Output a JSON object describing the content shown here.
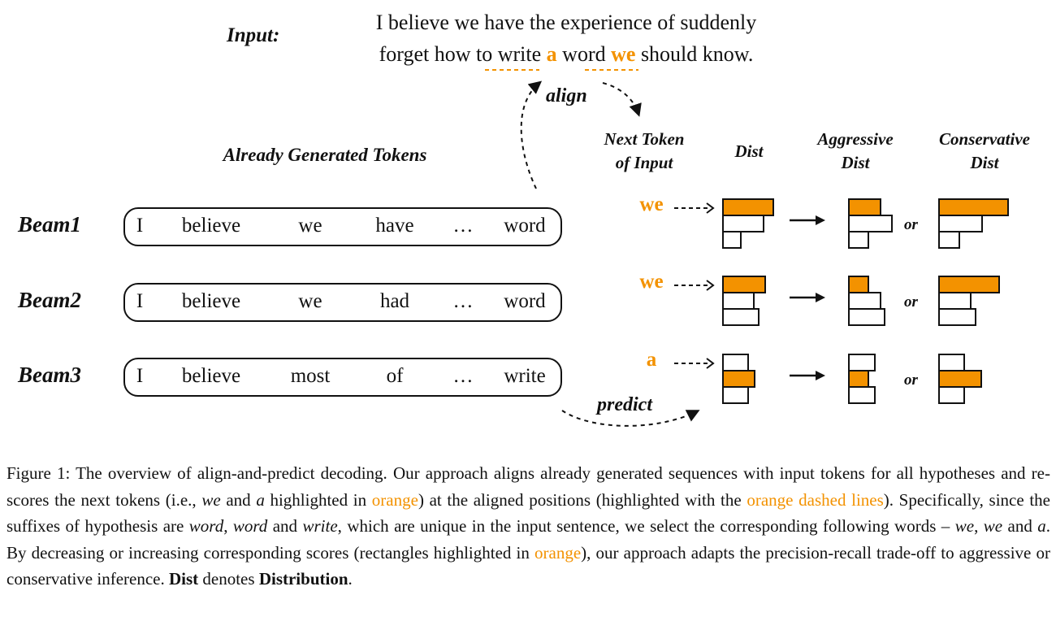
{
  "input_label": "Input:",
  "input_line1": "I believe we have the experience of suddenly",
  "input_line2": {
    "pre": "forget how to ",
    "w1": "write",
    "sp1": " ",
    "a": "a",
    "sp2": " ",
    "w2": "word",
    "sp3": " ",
    "we": "we",
    "post": " should know."
  },
  "align_label": "align",
  "predict_label": "predict",
  "generated_header": "Already Generated Tokens",
  "headers": {
    "next_token": [
      "Next  Token",
      "of Input"
    ],
    "dist": "Dist",
    "aggressive": [
      "Aggressive",
      "Dist"
    ],
    "conservative": [
      "Conservative",
      "Dist"
    ]
  },
  "or_label": "or",
  "beams": [
    {
      "label": "Beam1",
      "tokens": [
        "I",
        "believe",
        "we",
        "have",
        "…",
        "word"
      ],
      "next": "we",
      "dist": [
        62,
        50,
        22
      ],
      "aggressive": [
        39,
        53,
        24
      ],
      "conservative": [
        85,
        53,
        25
      ],
      "highlight": 0
    },
    {
      "label": "Beam2",
      "tokens": [
        "I",
        "believe",
        "we",
        "had",
        "…",
        "word"
      ],
      "next": "we",
      "dist": [
        52,
        38,
        44
      ],
      "aggressive": [
        24,
        39,
        44
      ],
      "conservative": [
        74,
        39,
        45
      ],
      "highlight": 0
    },
    {
      "label": "Beam3",
      "tokens": [
        "I",
        "believe",
        "most",
        "of",
        "…",
        "write"
      ],
      "next": "a",
      "dist": [
        31,
        39,
        31
      ],
      "aggressive": [
        32,
        24,
        32
      ],
      "conservative": [
        31,
        52,
        31
      ],
      "highlight": 1
    }
  ],
  "colors": {
    "accent": "#f39200"
  },
  "caption": {
    "p1": "Figure 1: The overview of align-and-predict decoding. Our approach aligns already generated sequences with input tokens for all hypotheses and re-scores the next tokens (i.e., ",
    "we": "we",
    "and1": " and ",
    "a": "a",
    "p2": " highlighted in ",
    "orange1": "orange",
    "p3": ") at the aligned positions (highlighted with the ",
    "orange2": "orange dashed lines",
    "p4": "). Specifically, since the suffixes of hypothesis are ",
    "word1": "word",
    ",": ", ",
    "word2": "word",
    "and2": " and ",
    "write": "write",
    "p5": ", which are unique in the input sentence, we select the corresponding following words – ",
    "we2": "we",
    "c2": ", ",
    "we3": "we",
    "and3": " and ",
    "a2": "a",
    "p6": ". By decreasing or increasing corresponding scores (rectangles highlighted in ",
    "orange3": "orange",
    "p7": "), our approach adapts the precision-recall trade-off to aggressive or conservative inference. ",
    "dist": "Dist",
    "p8": " denotes ",
    "distribution": "Distribution",
    "end": "."
  }
}
